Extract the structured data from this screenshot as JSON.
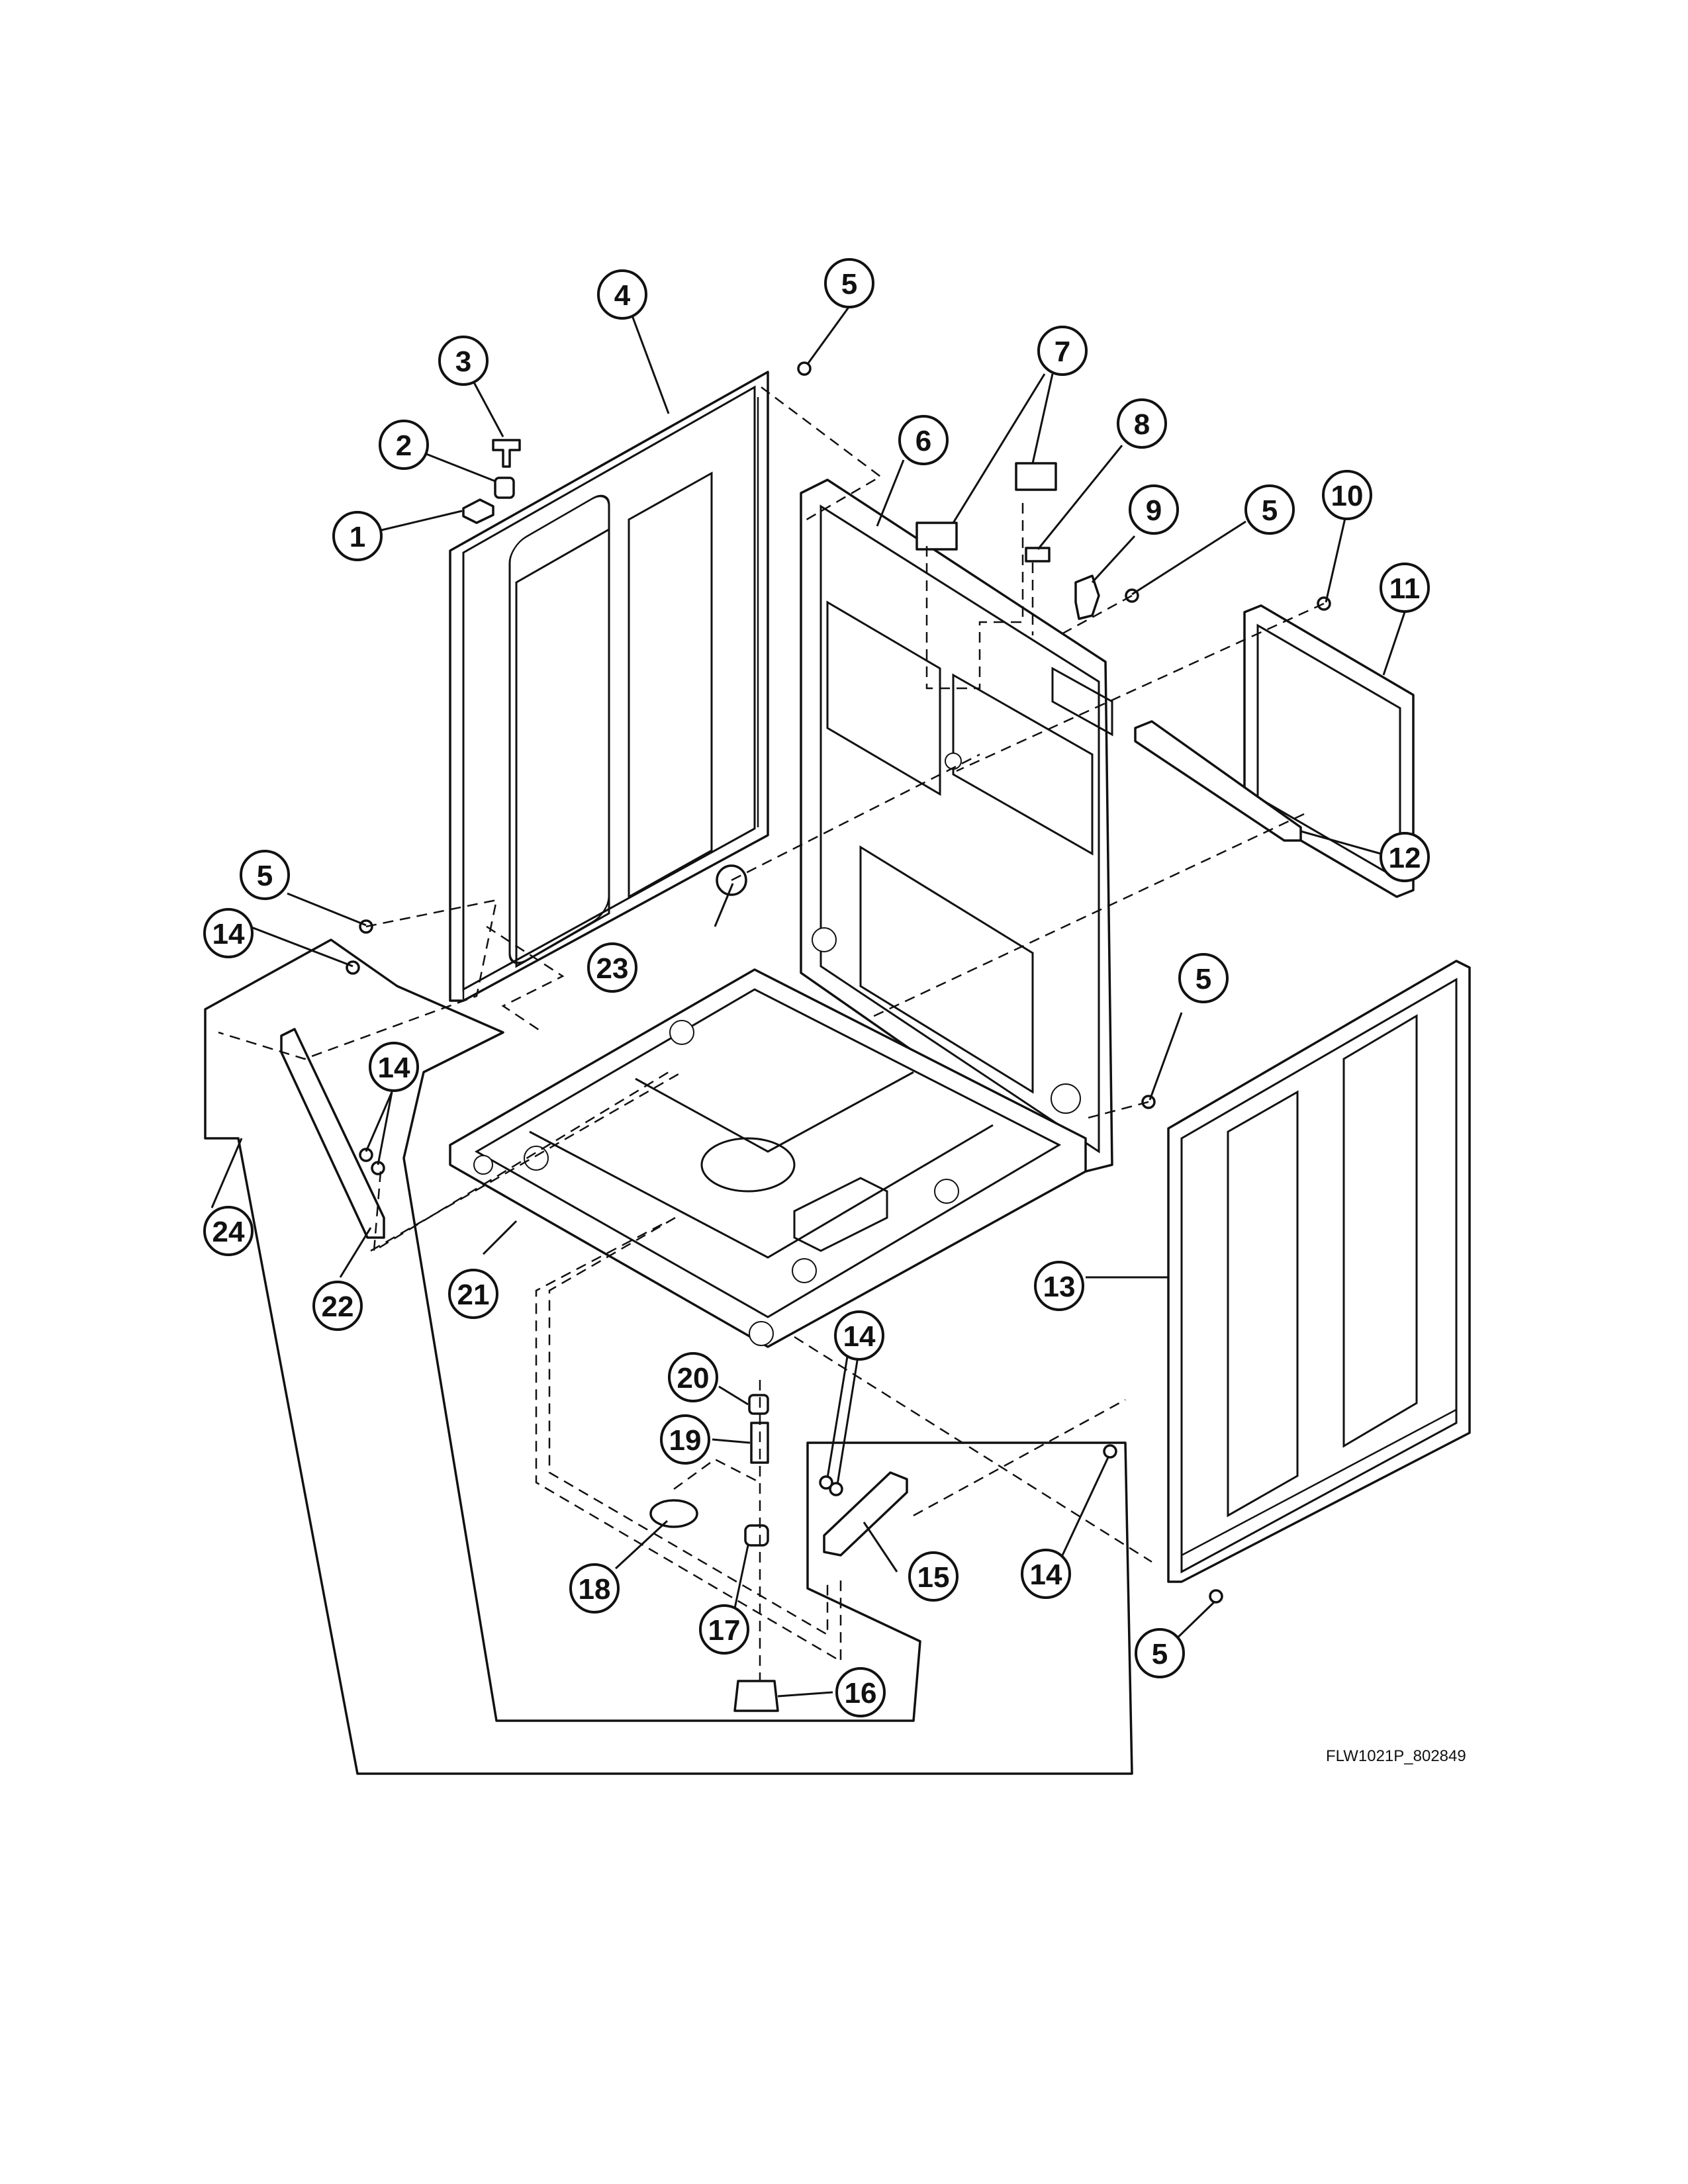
{
  "diagram_code": "FLW1021P_802849",
  "callouts": {
    "c1": "1",
    "c2": "2",
    "c3": "3",
    "c4": "4",
    "c5a": "5",
    "c5b": "5",
    "c5c": "5",
    "c5d": "5",
    "c5e": "5",
    "c6": "6",
    "c7": "7",
    "c8": "8",
    "c9": "9",
    "c10": "10",
    "c11": "11",
    "c12": "12",
    "c13": "13",
    "c14a": "14",
    "c14b": "14",
    "c14c": "14",
    "c14d": "14",
    "c15": "15",
    "c16": "16",
    "c17": "17",
    "c18": "18",
    "c19": "19",
    "c20": "20",
    "c21": "21",
    "c22": "22",
    "c23": "23",
    "c24": "24"
  },
  "colors": {
    "ink": "#111111",
    "paper": "#ffffff"
  }
}
